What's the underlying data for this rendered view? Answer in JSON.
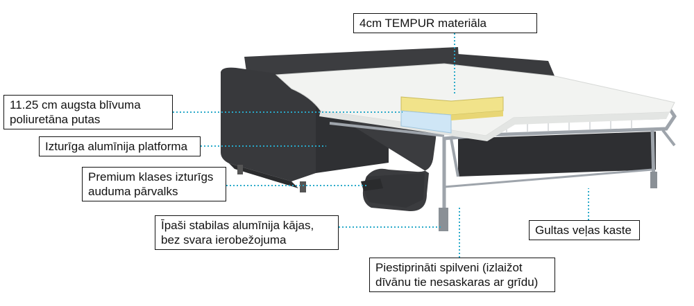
{
  "callouts": {
    "tempur": {
      "text": "4cm TEMPUR materiāla"
    },
    "foam": {
      "line1": "11.25 cm augsta blīvuma",
      "line2": "poliuretāna putas"
    },
    "platform": {
      "text": "Izturīga alumīnija platforma"
    },
    "fabric": {
      "line1": "Premium klases izturīgs",
      "line2": "auduma pārvalks"
    },
    "legs": {
      "line1": "Īpaši stabilas alumīnija kājas,",
      "line2": "bez svara ierobežojuma"
    },
    "storage": {
      "text": "Gultas veļas kaste"
    },
    "cushions": {
      "line1": "Piestiprināti spilveni (izlaižot",
      "line2": "dīvānu tie nesaskaras ar grīdu)"
    }
  },
  "colors": {
    "leader": "#29a9c9",
    "fabric": "#3a3b3e",
    "frame": "#9ea4ab",
    "mattress": "#f2f3f1",
    "tempur": "#f1e38a",
    "foam_blue": "#cfe6f6"
  }
}
